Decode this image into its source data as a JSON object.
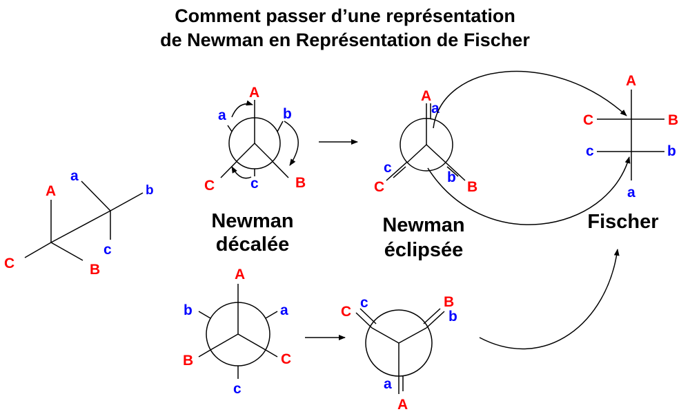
{
  "title": {
    "line1": "Comment passer d’une représentation",
    "line2": "de Newman en Représentation de Fischer"
  },
  "captions": {
    "newman_decalee_1": "Newman",
    "newman_decalee_2": "décalée",
    "newman_eclipsee_1": "Newman",
    "newman_eclipsee_2": "éclipsée",
    "fischer": "Fischer"
  },
  "labels": {
    "A": "A",
    "B": "B",
    "C": "C",
    "a": "a",
    "b": "b",
    "c": "c"
  },
  "colors": {
    "front_substituent": "#ff0000",
    "back_substituent": "#0000ff",
    "lines": "#000000"
  }
}
